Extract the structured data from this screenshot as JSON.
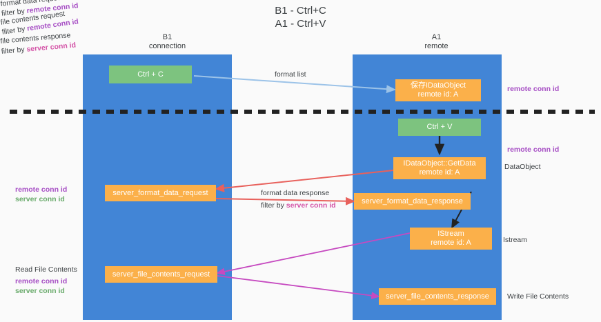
{
  "title": {
    "line1": "B1 - Ctrl+C",
    "line2": "A1 - Ctrl+V"
  },
  "columns": [
    {
      "name": "B1",
      "role": "connection"
    },
    {
      "name": "A1",
      "role": "remote"
    }
  ],
  "colors": {
    "lane": "#4285d6",
    "node_orange": "#fbb04a",
    "node_green": "#7dc37f",
    "remote_conn_id": "#a64ec4",
    "server_conn_id_left": "#6aab6c",
    "server_conn_id_mid": "#d455a8",
    "arrow_blue": "#9cc3e8",
    "arrow_red": "#e8615c",
    "arrow_black": "#222222",
    "arrow_magenta": "#c64ac0",
    "divider": "#222222"
  },
  "nodes": {
    "ctrl_c": {
      "line1": "Ctrl + C",
      "line2": ""
    },
    "save_idataobject": {
      "line1": "保存IDataObject",
      "line2": "remote id: A"
    },
    "ctrl_v": {
      "line1": "Ctrl + V",
      "line2": ""
    },
    "getdata": {
      "line1": "IDataObject::GetData",
      "line2": "remote id: A"
    },
    "server_format_data_request": {
      "line1": "server_format_data_request",
      "line2": ""
    },
    "server_format_data_response": {
      "line1": "server_format_data_response",
      "line2": ""
    },
    "istream": {
      "line1": "IStream",
      "line2": "remote id: A"
    },
    "server_file_contents_request": {
      "line1": "server_file_contents_request",
      "line2": ""
    },
    "server_file_contents_response": {
      "line1": "server_file_contents_response",
      "line2": ""
    }
  },
  "edge_labels": {
    "format_list": "format list",
    "format_data_request": "format data request",
    "format_data_response": "format data response",
    "file_contents_request": "file contents request",
    "file_contents_response": "file contents response",
    "filter_by": "filter by",
    "remote_conn_id": "remote conn id",
    "server_conn_id": "server conn id"
  },
  "side_labels": {
    "right_remote_conn_id_top": "remote conn id",
    "right_remote_conn_id_mid": "remote conn id",
    "right_dataobject": "DataObject",
    "right_istream": "Istream",
    "right_write_file_contents": "Write File Contents",
    "left_remote_conn_id": "remote conn id",
    "left_server_conn_id": "server conn id",
    "left_read_file_contents": "Read File Contents",
    "left_remote_conn_id_2": "remote conn id",
    "left_server_conn_id_2": "server conn id"
  }
}
